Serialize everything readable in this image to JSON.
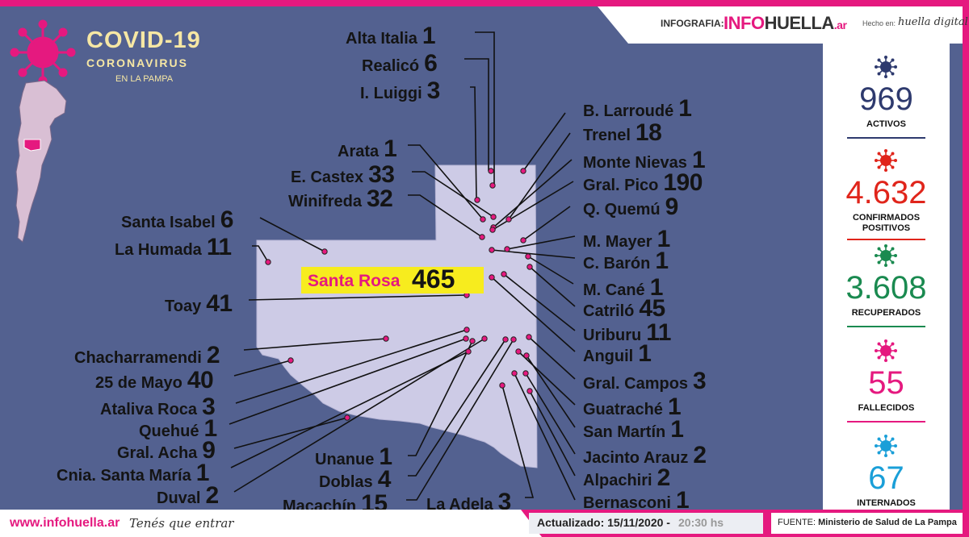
{
  "header": {
    "label": "INFOGRAFIA:",
    "brand_info": "INFO",
    "brand_huella": "HUELLA",
    "brand_ar": ".ar",
    "made_in": "Hecho en:",
    "made_brand": "huella digital"
  },
  "title": {
    "main": "COVID-19",
    "sub": "CORONAVIRUS",
    "region": "EN LA PAMPA"
  },
  "highlight": {
    "name": "Santa Rosa",
    "value": "465"
  },
  "localities": [
    {
      "name": "Alta Italia",
      "value": "1"
    },
    {
      "name": "Realicó",
      "value": "6"
    },
    {
      "name": "I. Luiggi",
      "value": "3"
    },
    {
      "name": "Arata",
      "value": "1"
    },
    {
      "name": "E. Castex",
      "value": "33"
    },
    {
      "name": "Winifreda",
      "value": "32"
    },
    {
      "name": "Santa Isabel",
      "value": "6"
    },
    {
      "name": "La Humada",
      "value": "11"
    },
    {
      "name": "Toay",
      "value": "41"
    },
    {
      "name": "Chacharramendi",
      "value": "2"
    },
    {
      "name": "25 de Mayo",
      "value": "40"
    },
    {
      "name": "Ataliva Roca",
      "value": "3"
    },
    {
      "name": "Quehué",
      "value": "1"
    },
    {
      "name": "Gral. Acha",
      "value": "9"
    },
    {
      "name": "Cnia. Santa María",
      "value": "1"
    },
    {
      "name": "Duval",
      "value": "2"
    },
    {
      "name": "Unanue",
      "value": "1"
    },
    {
      "name": "Doblas",
      "value": "4"
    },
    {
      "name": "Macachín",
      "value": "15"
    },
    {
      "name": "La Adela",
      "value": "3"
    },
    {
      "name": "B. Larroudé",
      "value": "1"
    },
    {
      "name": "Trenel",
      "value": "18"
    },
    {
      "name": "Monte Nievas",
      "value": "1"
    },
    {
      "name": "Gral. Pico",
      "value": "190"
    },
    {
      "name": "Q. Quemú",
      "value": "9"
    },
    {
      "name": "M. Mayer",
      "value": "1"
    },
    {
      "name": "C. Barón",
      "value": "1"
    },
    {
      "name": "M. Cané",
      "value": "1"
    },
    {
      "name": "Catriló",
      "value": "45"
    },
    {
      "name": "Uriburu",
      "value": "11"
    },
    {
      "name": "Anguil",
      "value": "1"
    },
    {
      "name": "Gral. Campos",
      "value": "3"
    },
    {
      "name": "Guatraché",
      "value": "1"
    },
    {
      "name": "San Martín",
      "value": "1"
    },
    {
      "name": "Jacinto Arauz",
      "value": "2"
    },
    {
      "name": "Alpachiri",
      "value": "2"
    },
    {
      "name": "Bernasconi",
      "value": "1"
    }
  ],
  "stats": [
    {
      "value": "969",
      "label": "ACTIVOS",
      "label2": "",
      "color": "#2e3a6e"
    },
    {
      "value": "4.632",
      "label": "CONFIRMADOS",
      "label2": "POSITIVOS",
      "color": "#e0251b"
    },
    {
      "value": "3.608",
      "label": "RECUPERADOS",
      "label2": "",
      "color": "#1a8a50"
    },
    {
      "value": "55",
      "label": "FALLECIDOS",
      "label2": "",
      "color": "#e5197f"
    },
    {
      "value": "67",
      "label": "INTERNADOS",
      "label2": "",
      "color": "#1a9fd8"
    }
  ],
  "footer": {
    "site": "www.infohuella.ar",
    "slogan": "Tenés que entrar",
    "updated": "Actualizado: 15/11/2020  -",
    "time": "20:30 hs",
    "source_label": "FUENTE:",
    "source": "Ministerio de Salud de La Pampa"
  },
  "colors": {
    "background": "#536190",
    "accent": "#e5197f",
    "map": "#cdcbe6",
    "highlight": "#f7ec1e"
  }
}
